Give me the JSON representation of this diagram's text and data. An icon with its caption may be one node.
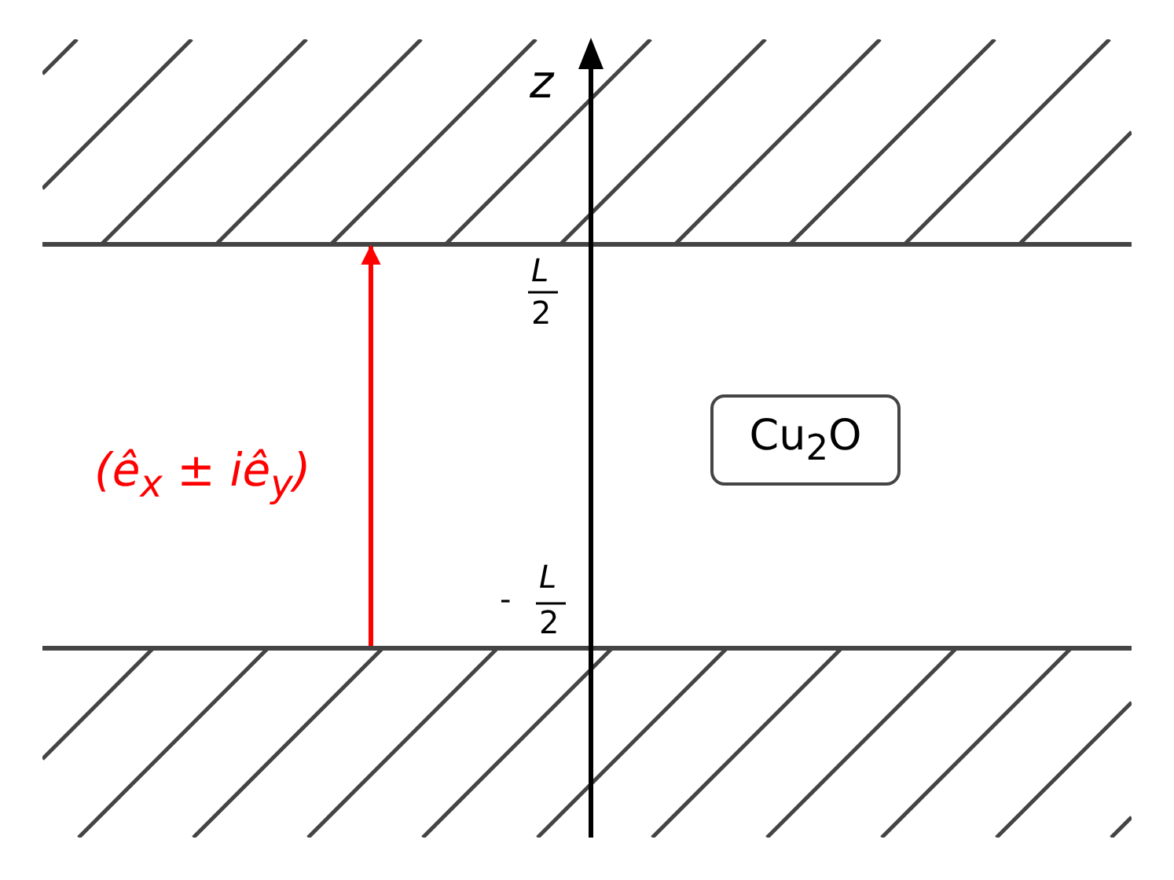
{
  "diagram": {
    "nodes": [
      {
        "text": [],
        "shape": "bar"
      },
      {
        "text": [],
        "shape": "bar"
      },
      {
        "text": [
          "Cu$_{2}$O"
        ]
      }
    ],
    "edges": [
      {
        "from": 1,
        "to": 0,
        "arrow": "to",
        "label": "(ê$_{x}$ ± iê$_{y}$)",
        "color": "#ff0000"
      }
    ],
    "labels": [
      "z",
      "L",
      "2",
      "-",
      "L",
      "2"
    ]
  }
}
